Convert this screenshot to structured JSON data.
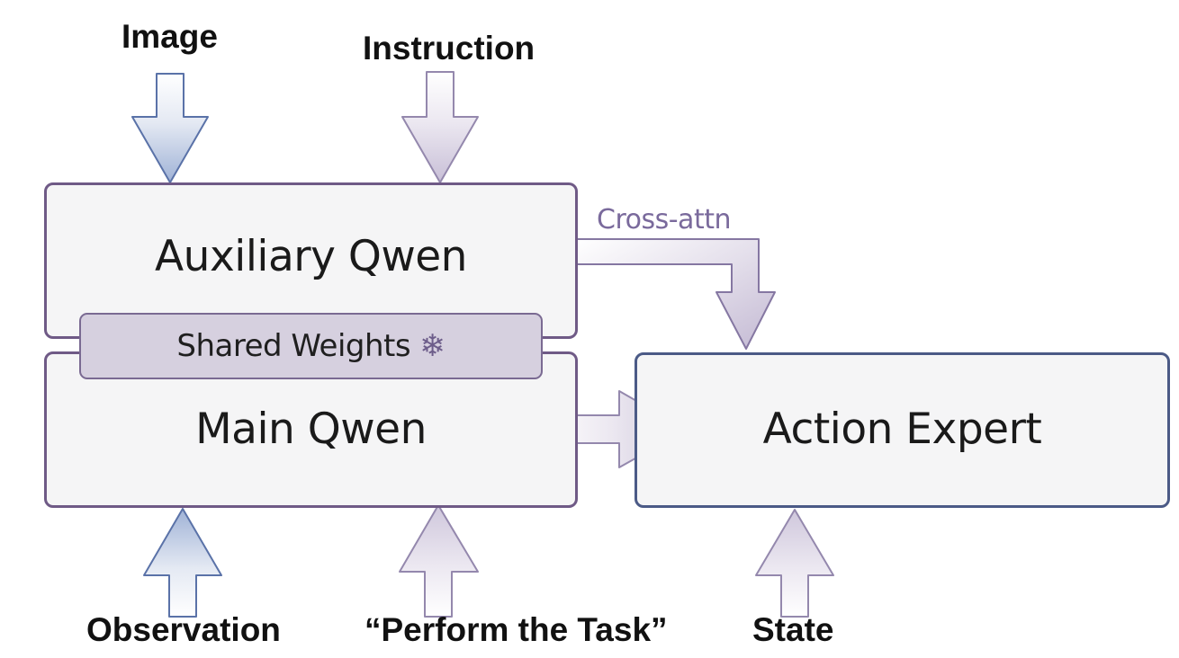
{
  "inputs": {
    "image": "Image",
    "instruction": "Instruction",
    "observation": "Observation",
    "perform_task": "“Perform the Task”",
    "state": "State"
  },
  "modules": {
    "auxiliary": "Auxiliary Qwen",
    "main": "Main Qwen",
    "action_expert": "Action Expert",
    "shared_weights": "Shared Weights"
  },
  "edges": {
    "cross_attn": "Cross-attn"
  },
  "icons": {
    "frozen": "snowflake-icon"
  },
  "colors": {
    "module_border": "#6f5a86",
    "action_border": "#4b5a86",
    "shared_fill": "#d6d0df",
    "blue_arrow": "#5a72a8",
    "purple_arrow": "#9488ad"
  }
}
